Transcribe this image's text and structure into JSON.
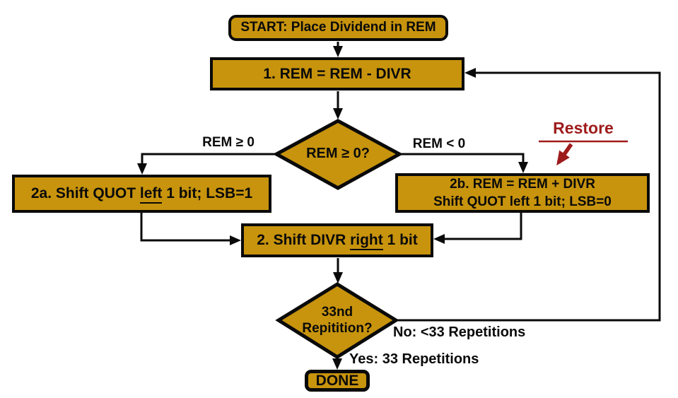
{
  "colors": {
    "node_fill": "#C8940D",
    "line": "#0A0A0A",
    "restore_red": "#9E1B1B",
    "background": "#FFFFFF"
  },
  "nodes": {
    "start": {
      "label": "START: Place Dividend in REM"
    },
    "step1": {
      "label": "1. REM = REM - DIVR"
    },
    "decision1": {
      "label": "REM ≥ 0?"
    },
    "step2a": {
      "pre": "2a. Shift QUOT ",
      "underline": "left",
      "post": " 1 bit; LSB=1"
    },
    "step2b": {
      "line1": "2b. REM = REM + DIVR",
      "line2_pre": "Shift QUOT ",
      "line2_underline": "left",
      "line2_post": " 1 bit; LSB=0"
    },
    "step2": {
      "pre": "2. Shift DIVR ",
      "underline": "right",
      "post": " 1 bit"
    },
    "decision2": {
      "line1": "33nd",
      "line2": "Repitition?"
    },
    "done": {
      "label": "DONE"
    }
  },
  "edges": {
    "rem_ge": "REM ≥ 0",
    "rem_lt": "REM < 0",
    "no": "No: <33 Repetitions",
    "yes": "Yes: 33 Repetitions",
    "restore": "Restore"
  }
}
